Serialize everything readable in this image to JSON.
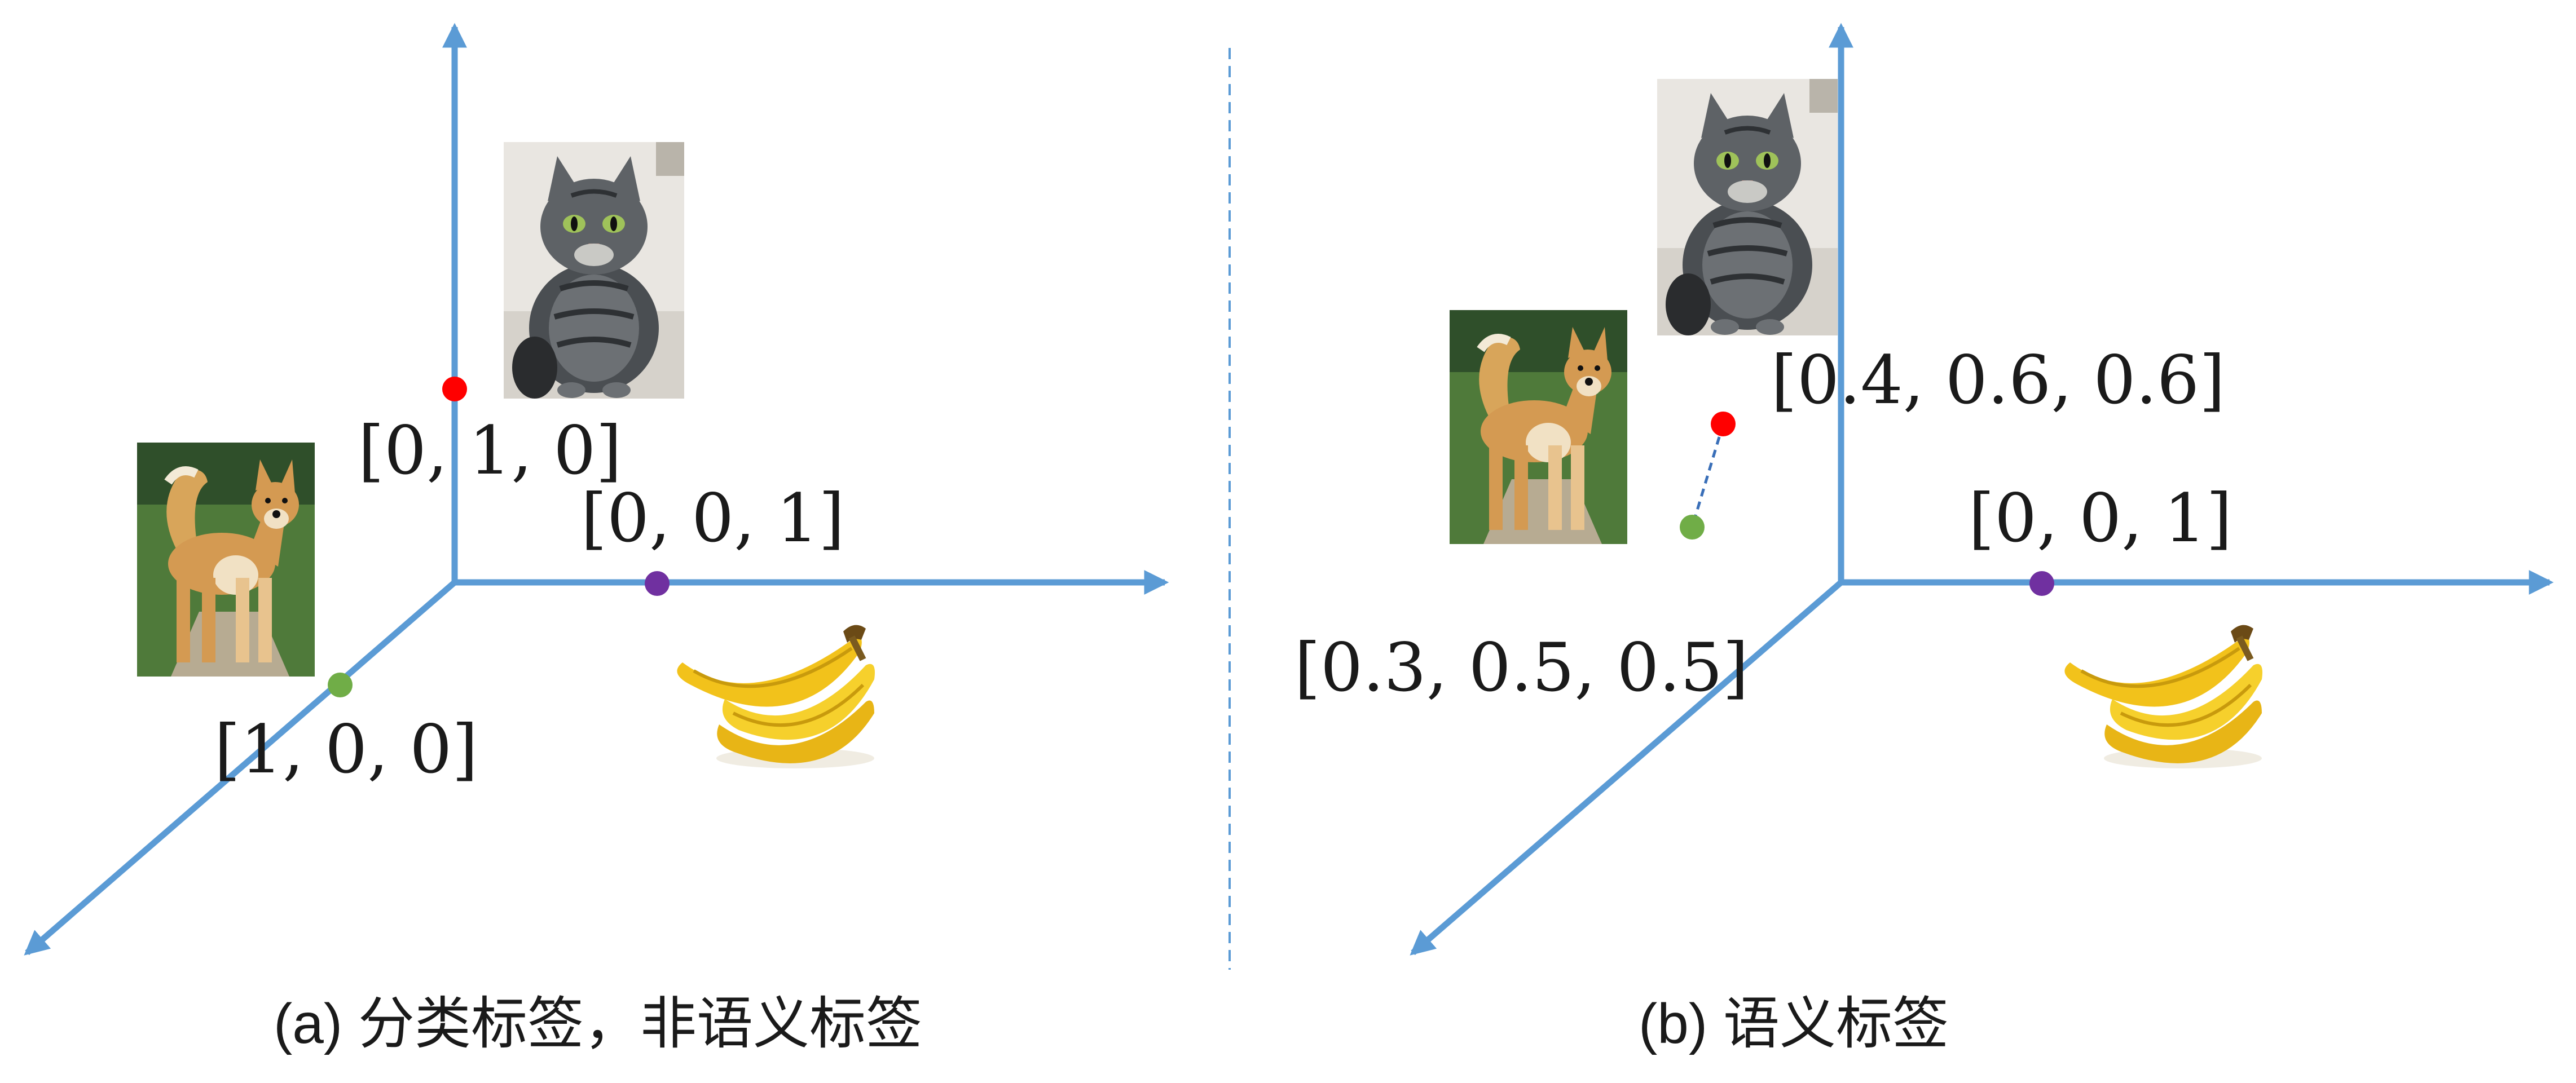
{
  "panels": [
    {
      "id": "a",
      "caption": "(a) 分类标签，非语义标签",
      "points": [
        {
          "label": "[0, 1, 0]",
          "color": "#ff0000",
          "object": "cat"
        },
        {
          "label": "[0, 0, 1]",
          "color": "#7030a0",
          "object": "banana"
        },
        {
          "label": "[1, 0, 0]",
          "color": "#70ad47",
          "object": "dog"
        }
      ]
    },
    {
      "id": "b",
      "caption": "(b) 语义标签",
      "points": [
        {
          "label": "[0.4, 0.6, 0.6]",
          "color": "#ff0000",
          "object": "cat"
        },
        {
          "label": "[0, 0, 1]",
          "color": "#7030a0",
          "object": "banana"
        },
        {
          "label": "[0.3, 0.5, 0.5]",
          "color": "#70ad47",
          "object": "dog"
        }
      ]
    }
  ],
  "colors": {
    "axis": "#5b9bd5",
    "divider": "#5b9bd5"
  },
  "icons": [
    "cat-image",
    "dog-image",
    "banana-image"
  ]
}
